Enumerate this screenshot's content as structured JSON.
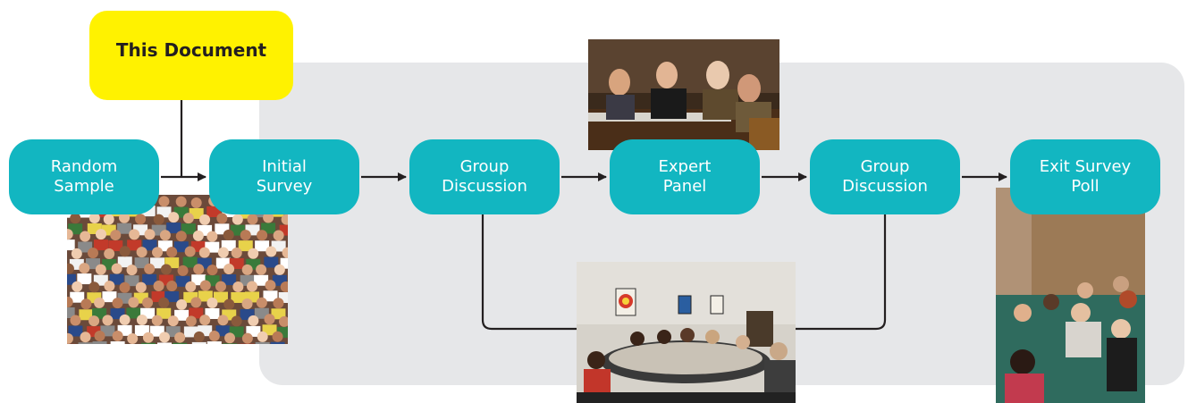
{
  "note": {
    "label": "This Document"
  },
  "steps": [
    {
      "line1": "Random",
      "line2": "Sample"
    },
    {
      "line1": "Initial",
      "line2": "Survey"
    },
    {
      "line1": "Group",
      "line2": "Discussion"
    },
    {
      "line1": "Expert",
      "line2": "Panel"
    },
    {
      "line1": "Group",
      "line2": "Discussion"
    },
    {
      "line1": "Exit Survey",
      "line2": "Poll"
    }
  ],
  "colors": {
    "step": "#12b6c1",
    "note": "#fff200",
    "panel": "#e6e7e9",
    "connector": "#231f20"
  },
  "photos": [
    "crowd-photo",
    "expert-panel-photo",
    "roundtable-photo",
    "audience-photo"
  ]
}
